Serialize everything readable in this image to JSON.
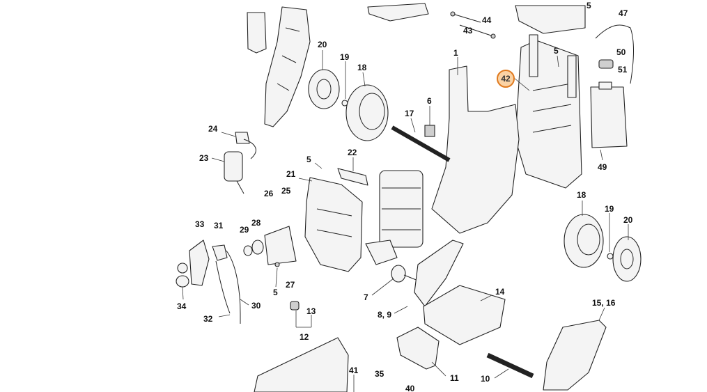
{
  "highlighted": {
    "label": "42",
    "color": "#e07a1f",
    "fill": "#fbd3a5"
  },
  "labels": {
    "l44": "44",
    "l43": "43",
    "l5a": "5",
    "l47": "47",
    "l50": "50",
    "l51": "51",
    "l20a": "20",
    "l19a": "19",
    "l18a": "18",
    "l1": "1",
    "l5b": "5",
    "l6": "6",
    "l17": "17",
    "l24": "24",
    "l23": "23",
    "l5c": "5",
    "l22": "22",
    "l49": "49",
    "l21": "21",
    "l26": "26",
    "l25": "25",
    "l18b": "18",
    "l19b": "19",
    "l20b": "20",
    "l33": "33",
    "l31": "31",
    "l29": "29",
    "l28": "28",
    "l14": "14",
    "l7": "7",
    "l5d": "5",
    "l27": "27",
    "l34": "34",
    "l30": "30",
    "l13": "13",
    "l89": "8, 9",
    "l1516": "15, 16",
    "l32": "32",
    "l12": "12",
    "l11": "11",
    "l41": "41",
    "l35": "35",
    "l10": "10",
    "l40": "40"
  }
}
